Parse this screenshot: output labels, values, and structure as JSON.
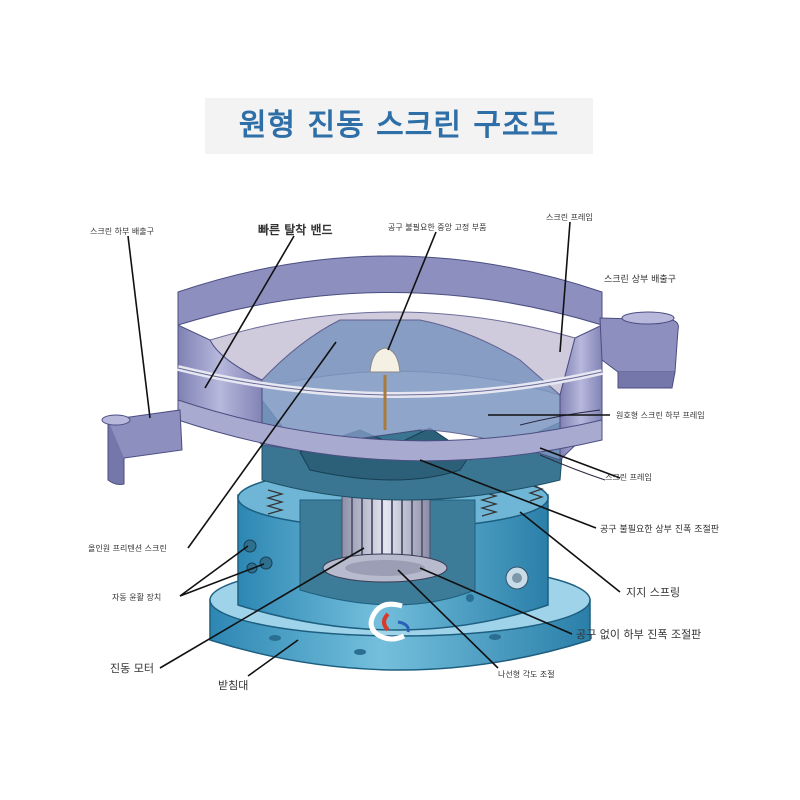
{
  "title": "원형 진동 스크린 구조도",
  "labels": {
    "screen_lower_outlet": "스크린 하부 배출구",
    "quick_release_band": "빠른 탈착 밴드",
    "center_fixing_part": "공구 불필요한 중앙 고정 부품",
    "screen_frame": "스크린 프레임",
    "screen_upper_outlet": "스크린 상부 배출구",
    "circular_screen_lower_frame": "원호형 스크린 하부 프레임",
    "screen_frame_2": "스크린 프레임",
    "allinone_pretension_screen": "올인원 프리텐션 스크린",
    "upper_amplitude_plate": "공구 불필요한 상부 진폭 조절판",
    "auto_lubrication": "자동 윤활 장치",
    "support_spring": "지지 스프링",
    "lower_amplitude_plate": "공구 없이 하부 진폭 조절판",
    "vibration_motor": "진동 모터",
    "base": "받침대",
    "spiral_angle_adjust": "나선형 각도 조절"
  },
  "colors": {
    "title": "#2f6fa8",
    "body_blue": "#3f9bc3",
    "body_light": "#8cc9e2",
    "frame_lavender": "#9a9cc6",
    "mesh": "#c9c6d6",
    "interior": "#3d7c98"
  }
}
